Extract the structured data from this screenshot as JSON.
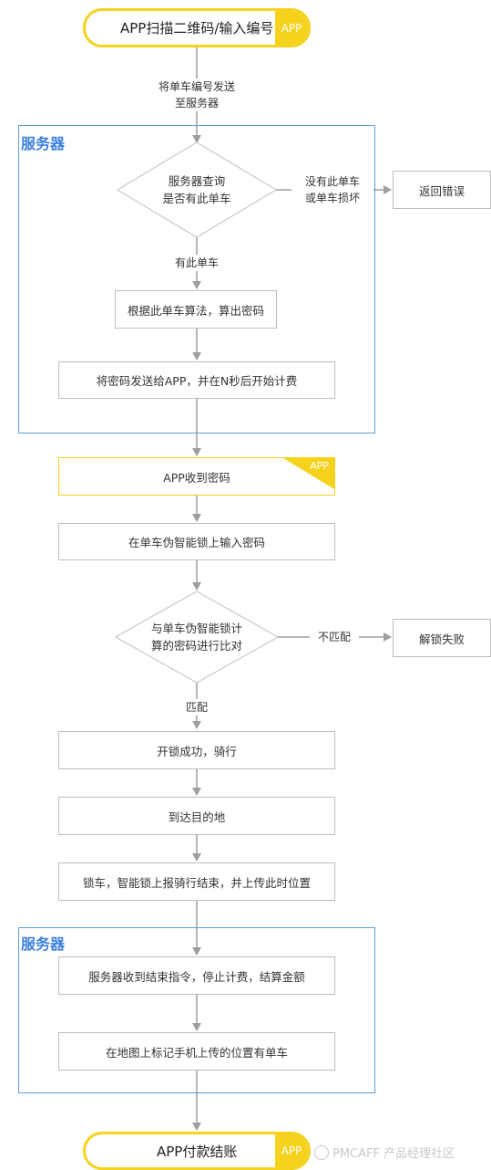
{
  "start": {
    "label": "APP扫描二维码/输入编号",
    "tag": "APP"
  },
  "edge_send_number": [
    "将单车编号发送",
    "至服务器"
  ],
  "server_region_1": {
    "title": "服务器"
  },
  "decision_exists": {
    "lines": [
      "服务器查询",
      "是否有此单车"
    ]
  },
  "edge_no_bike": [
    "没有此单车",
    "或单车损坏"
  ],
  "return_error": "返回错误",
  "edge_has_bike": "有此单车",
  "compute_password": "根据此单车算法，算出密码",
  "send_password": "将密码发送给APP，并在N秒后开始计费",
  "app_receive": {
    "label": "APP收到密码",
    "tag": "APP"
  },
  "input_password": "在单车伪智能锁上输入密码",
  "decision_match": {
    "lines": [
      "与单车伪智能锁计",
      "算的密码进行比对"
    ]
  },
  "edge_no_match": "不匹配",
  "unlock_fail": "解锁失败",
  "edge_match": "匹配",
  "unlock_success": "开锁成功，骑行",
  "arrive": "到达目的地",
  "lock_bike": "锁车，智能锁上报骑行结束，并上传此时位置",
  "server_region_2": {
    "title": "服务器"
  },
  "server_receive_end": "服务器收到结束指令，停止计费，结算金额",
  "mark_map": "在地图上标记手机上传的位置有单车",
  "end": {
    "label": "APP付款结账",
    "tag": "APP"
  },
  "watermark": "PMCAFF 产品经理社区",
  "colors": {
    "accent_yellow": "#f5d21c",
    "region_blue": "#5aa0d8",
    "title_blue": "#3b7fe0",
    "line_gray": "#9e9e9e"
  }
}
